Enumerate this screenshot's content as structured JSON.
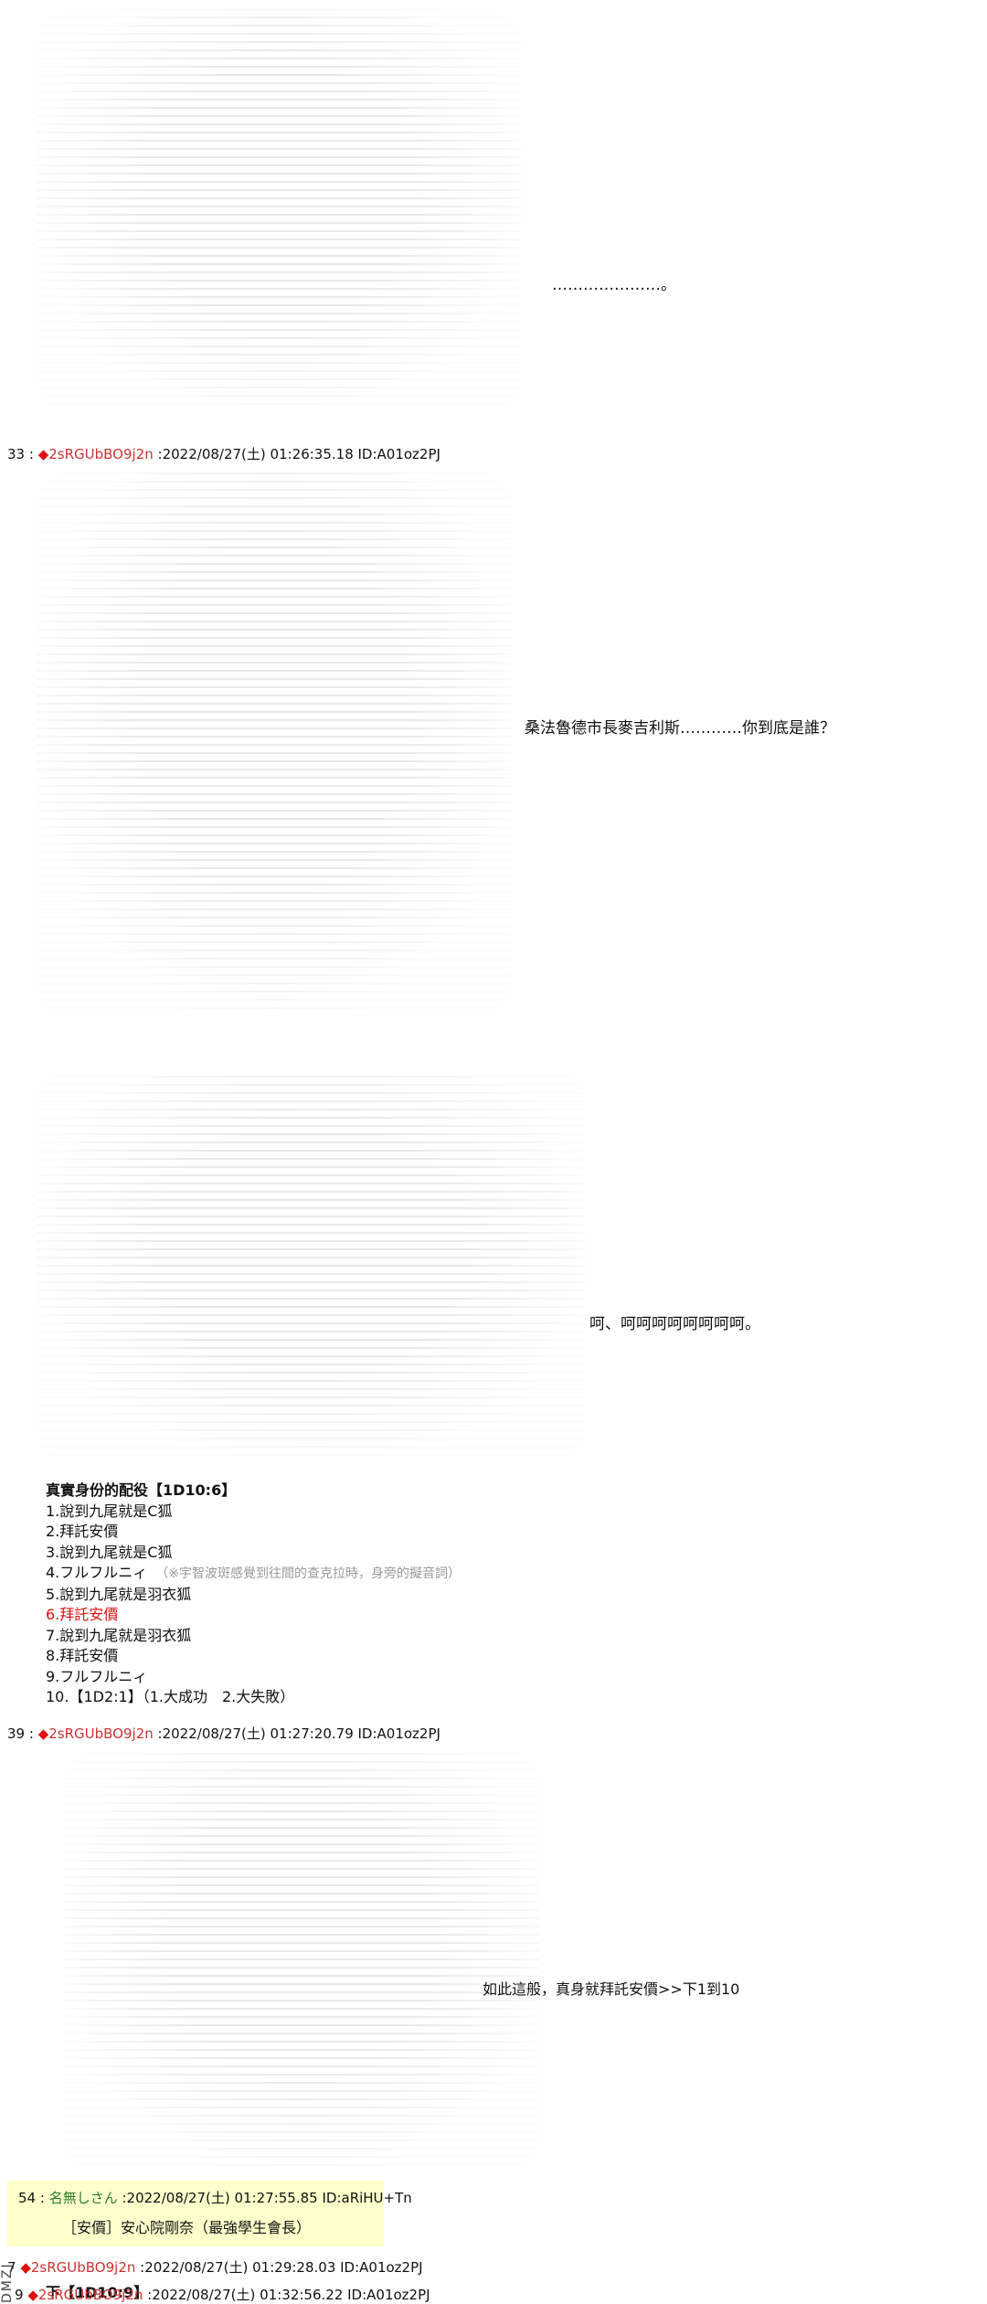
{
  "art_labels": {
    "first": "aa-art-dark-figure",
    "second": "aa-art-girl-with-cap",
    "third": "aa-art-dark-figure-repeat",
    "fourth": "aa-art-portrait"
  },
  "block1": {
    "dialogue": "…………………。"
  },
  "post33": {
    "number": "33 :",
    "diamond": "◆",
    "name": "2sRGUbBO9j2n",
    "meta": ":2022/08/27(土) 01:26:35.18 ID:A01oz2PJ",
    "dialogue": "桑法魯德市長麥吉利斯…………你到底是誰？"
  },
  "block3": {
    "dialogue": "呵、呵呵呵呵呵呵呵呵。"
  },
  "roles": {
    "title": "真實身份的配役【1D10:6】",
    "items": [
      "1.說到九尾就是C狐",
      "2.拜託安價",
      "3.說到九尾就是C狐",
      "4.フルフルニィ",
      "5.說到九尾就是羽衣狐",
      "6.拜託安價",
      "7.說到九尾就是羽衣狐",
      "8.拜託安價",
      "9.フルフルニィ",
      "10.【1D2:1】（1.大成功　2.大失敗）"
    ],
    "note4": "（※宇智波斑感覺到往間的查克拉時，身旁的擬音詞）"
  },
  "post39": {
    "number": "39 :",
    "diamond": "◆",
    "name": "2sRGUbBO9j2n",
    "meta": ":2022/08/27(土) 01:27:20.79 ID:A01oz2PJ",
    "dialogue": "如此這般，真身就拜託安價>>下1到10"
  },
  "reply54": {
    "number": "54 :",
    "name": "名無しさん",
    "meta": ":2022/08/27(土) 01:27:55.85 ID:aRiHU+Tn",
    "body": "［安價］安心院剛奈（最強學生會長）"
  },
  "post7x": {
    "number": "7",
    "diamond": "◆",
    "name": "2sRGUbBO9j2n",
    "meta": ":2022/08/27(土) 01:29:28.03 ID:A01oz2PJ",
    "body": "下【1D10:9】"
  },
  "post9x": {
    "number": "9",
    "diamond": "◆",
    "name": "2sRGUbBO9j2n",
    "meta": ":2022/08/27(土) 01:32:56.22 ID:A01oz2PJ"
  },
  "watermark": "DMZJ"
}
